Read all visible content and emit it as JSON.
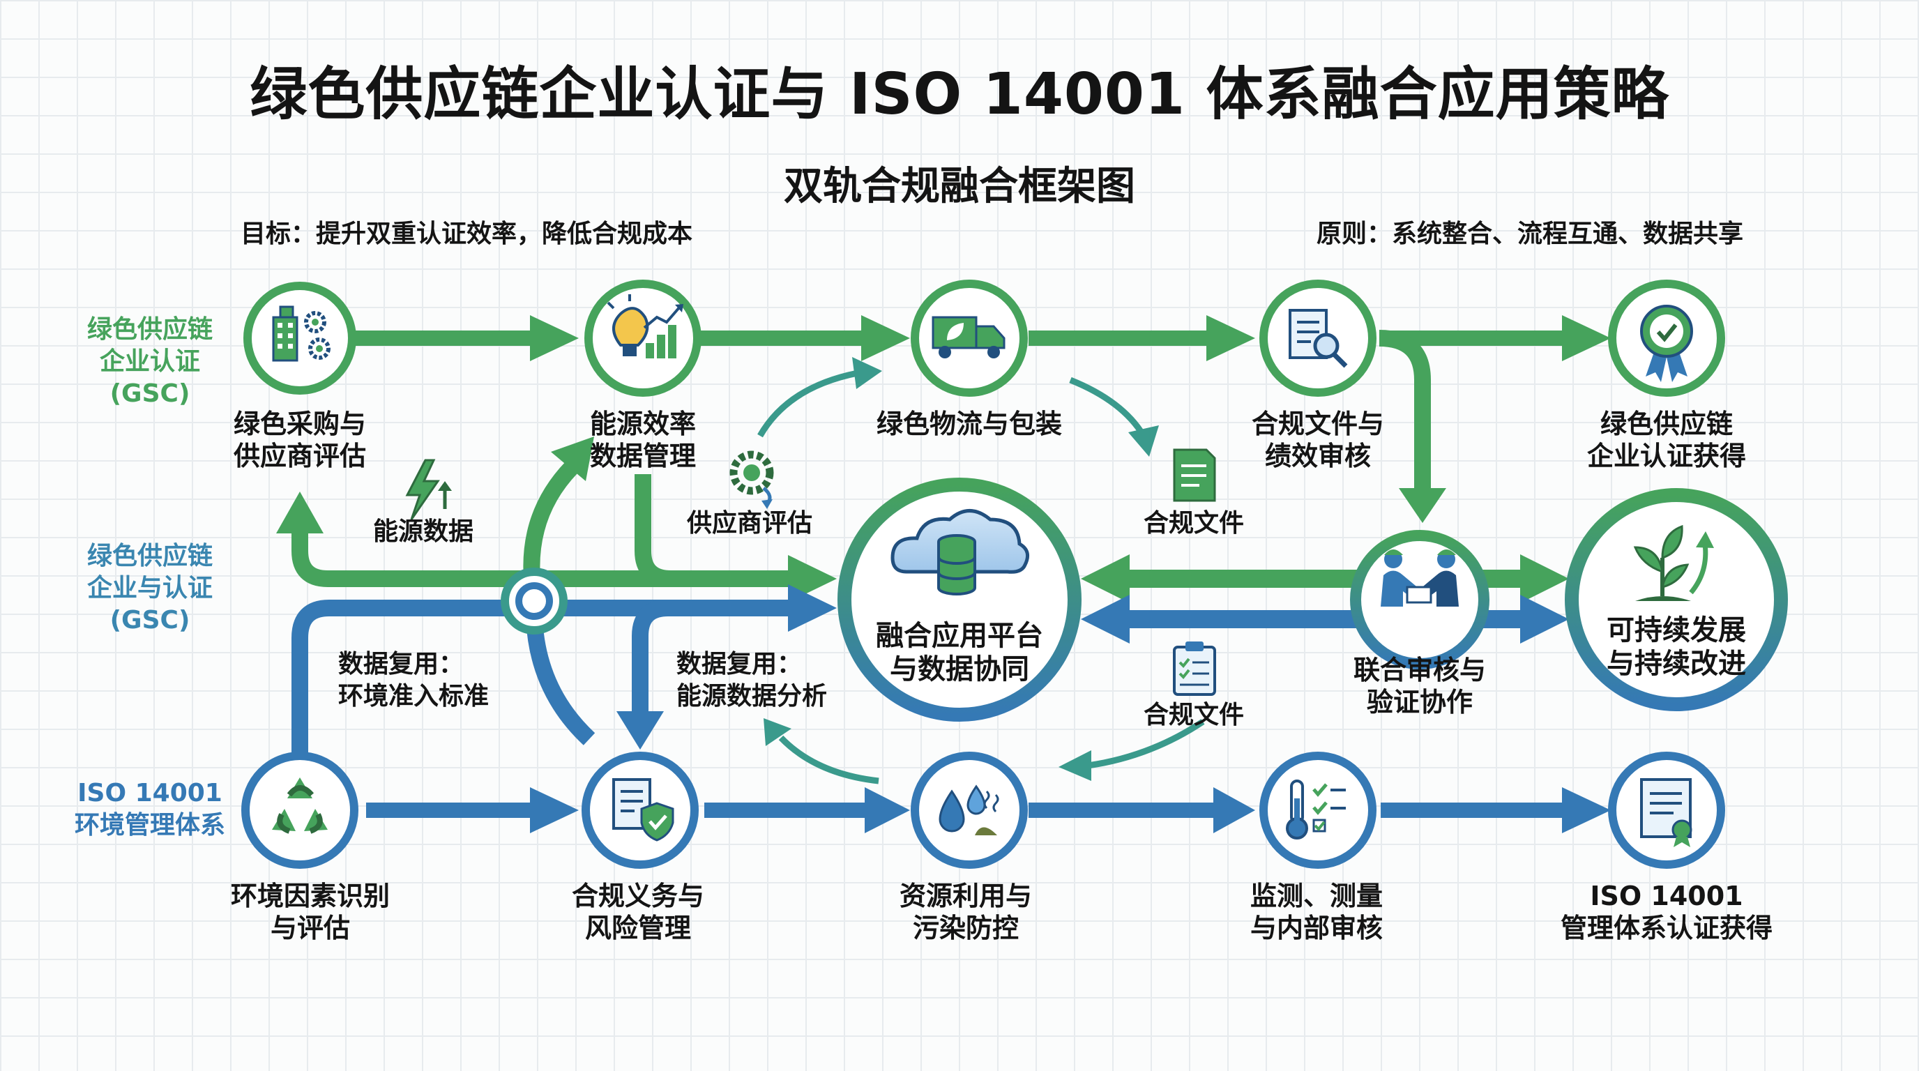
{
  "header": {
    "title": "绿色供应链企业认证与 ISO 14001 体系融合应用策略",
    "subtitle": "双轨合规融合框架图",
    "goal": "目标：提升双重认证效率，降低合规成本",
    "principle": "原则：系统整合、流程互通、数据共享"
  },
  "tracks": {
    "gsc_top": [
      "绿色供应链",
      "企业认证",
      "(GSC)"
    ],
    "gsc_mid": [
      "绿色供应链",
      "企业与认证",
      "(GSC)"
    ],
    "iso": [
      "ISO 14001",
      "环境管理体系"
    ]
  },
  "top_row": [
    {
      "lines": [
        "绿色采购与",
        "供应商评估"
      ],
      "icon": "buildings-gear-icon"
    },
    {
      "lines": [
        "能源效率",
        "数据管理"
      ],
      "icon": "lightbulb-chart-icon"
    },
    {
      "lines": [
        "绿色物流与包装"
      ],
      "icon": "truck-leaf-icon"
    },
    {
      "lines": [
        "合规文件与",
        "绩效审核"
      ],
      "icon": "document-search-icon"
    },
    {
      "lines": [
        "绿色供应链",
        "企业认证获得"
      ],
      "icon": "award-badge-icon"
    }
  ],
  "bottom_row": [
    {
      "lines": [
        "环境因素识别",
        "与评估"
      ],
      "icon": "recycle-icon"
    },
    {
      "lines": [
        "合规义务与",
        "风险管理"
      ],
      "icon": "document-shield-icon"
    },
    {
      "lines": [
        "资源利用与",
        "污染防控"
      ],
      "icon": "water-drops-icon"
    },
    {
      "lines": [
        "监测、测量",
        "与内部审核"
      ],
      "icon": "thermometer-checklist-icon"
    },
    {
      "lines": [
        "ISO 14001",
        "管理体系认证获得"
      ],
      "icon": "certificate-icon"
    }
  ],
  "center": {
    "platform": [
      "融合应用平台",
      "与数据协同"
    ],
    "joint": [
      "联合审核与",
      "验证协作"
    ],
    "sustain": [
      "可持续发展",
      "与持续改进"
    ]
  },
  "mid_labels": {
    "energy_data": "能源数据",
    "supplier_eval": "供应商评估",
    "compliance_doc_top": "合规文件",
    "compliance_doc_bottom": "合规文件",
    "reuse_left": [
      "数据复用：",
      "环境准入标准"
    ],
    "reuse_right": [
      "数据复用：",
      "能源数据分析"
    ]
  },
  "colors": {
    "green": "#46a35c",
    "blue": "#3579b5",
    "teal": "#3a9a8c",
    "dark_green": "#2e6b3e",
    "dark_blue": "#214f7e"
  }
}
